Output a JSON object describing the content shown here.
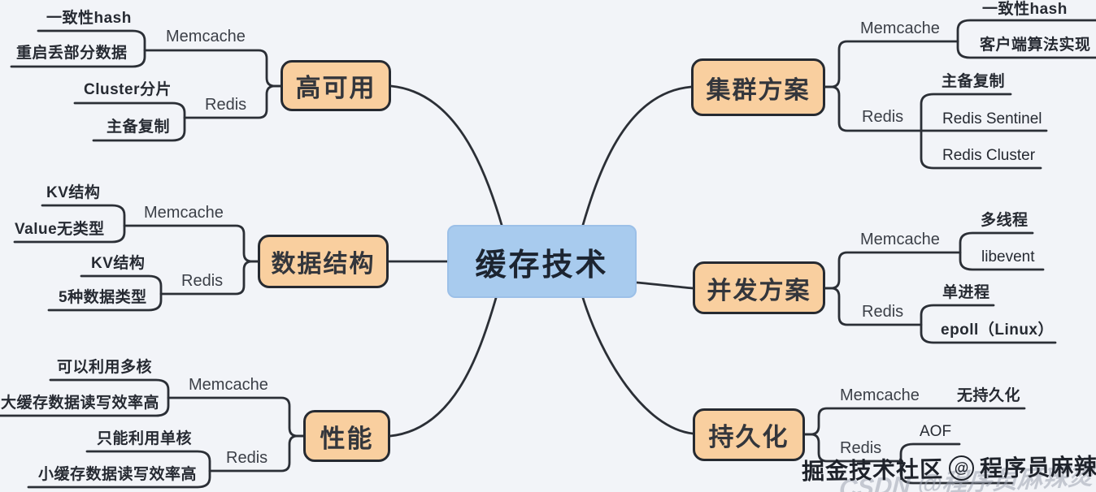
{
  "colors": {
    "background": "#f2f4f8",
    "line": "#2b2f36",
    "branch_fill": "#f9cf9f",
    "branch_border": "#262a31",
    "center_fill": "#a8cbee",
    "text": "#262a32"
  },
  "center": {
    "label": "缓存技术"
  },
  "left": [
    {
      "label": "高可用",
      "memcache": {
        "label": "Memcache",
        "children": [
          "一致性hash",
          "重启丢部分数据"
        ]
      },
      "redis": {
        "label": "Redis",
        "children": [
          "Cluster分片",
          "主备复制"
        ]
      }
    },
    {
      "label": "数据结构",
      "memcache": {
        "label": "Memcache",
        "children": [
          "KV结构",
          "Value无类型"
        ]
      },
      "redis": {
        "label": "Redis",
        "children": [
          "KV结构",
          "5种数据类型"
        ]
      }
    },
    {
      "label": "性能",
      "memcache": {
        "label": "Memcache",
        "children": [
          "可以利用多核",
          "大缓存数据读写效率高"
        ]
      },
      "redis": {
        "label": "Redis",
        "children": [
          "只能利用单核",
          "小缓存数据读写效率高"
        ]
      }
    }
  ],
  "right": [
    {
      "label": "集群方案",
      "memcache": {
        "label": "Memcache",
        "children": [
          "一致性hash",
          "客户端算法实现"
        ]
      },
      "redis": {
        "label": "Redis",
        "children": [
          "主备复制",
          "Redis Sentinel",
          "Redis Cluster"
        ]
      }
    },
    {
      "label": "并发方案",
      "memcache": {
        "label": "Memcache",
        "children": [
          "多线程",
          "libevent"
        ]
      },
      "redis": {
        "label": "Redis",
        "children": [
          "单进程",
          "epoll（Linux）"
        ]
      }
    },
    {
      "label": "持久化",
      "memcache": {
        "label": "Memcache",
        "children": [
          "无持久化"
        ]
      },
      "redis": {
        "label": "Redis",
        "children": [
          "AOF"
        ]
      }
    }
  ],
  "watermark": {
    "primary_prefix": "掘金技术社区",
    "primary_at": "@",
    "primary_suffix": "程序员麻辣烫",
    "secondary": "CSDN @程序员麻辣烫"
  }
}
